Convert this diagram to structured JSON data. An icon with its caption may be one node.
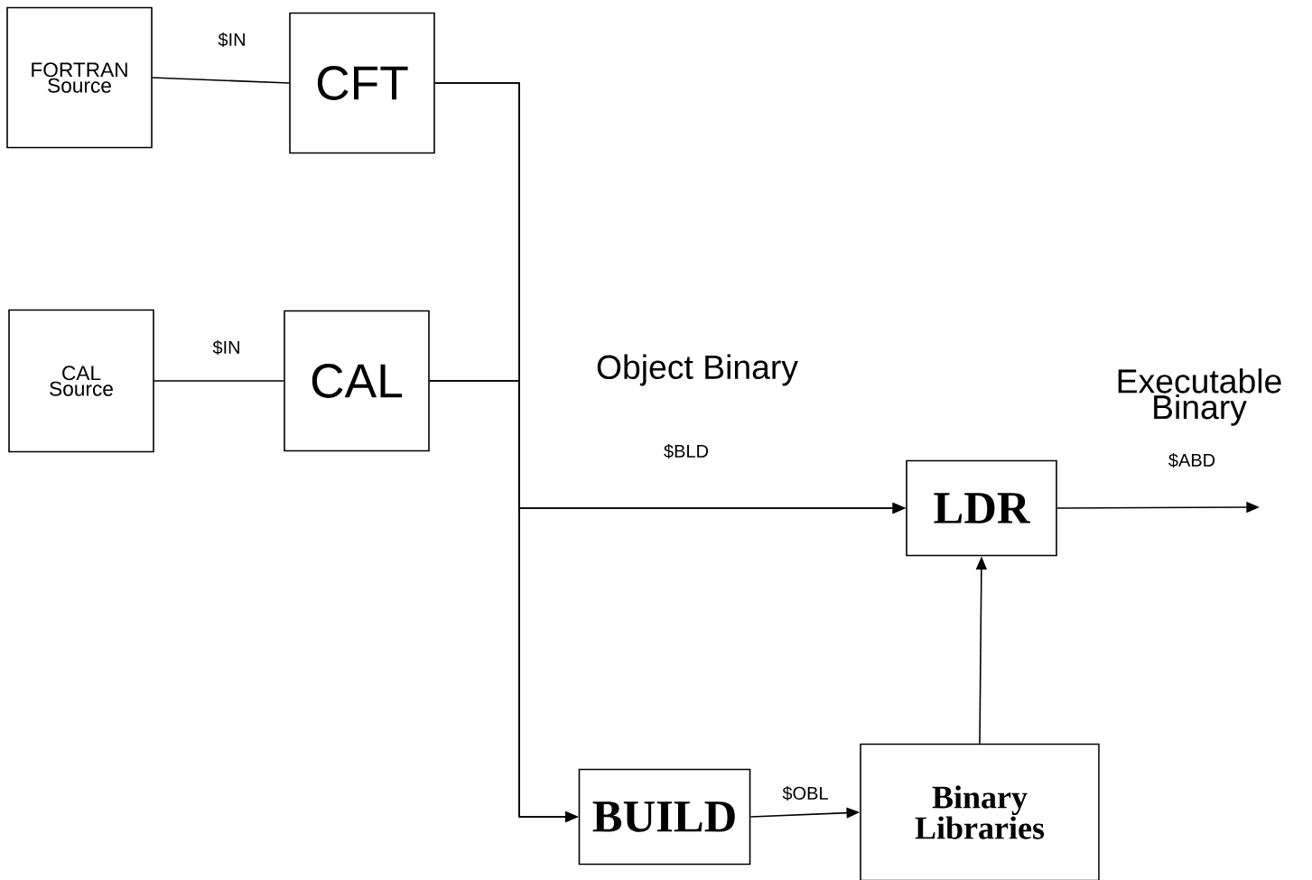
{
  "diagram": {
    "nodes": [
      {
        "text": [
          "FORTRAN Source"
        ]
      },
      {
        "text": [
          "CFT"
        ]
      },
      {
        "text": [
          "CAL Source"
        ]
      },
      {
        "text": [
          "CAL"
        ]
      },
      {
        "text": [
          "LDR"
        ]
      },
      {
        "text": [
          "BUILD"
        ]
      },
      {
        "text": [
          "Binary Libraries"
        ]
      }
    ],
    "edges": [
      {
        "from": 0,
        "to": 1,
        "arrow": "none",
        "label": "$IN"
      },
      {
        "from": 2,
        "to": 3,
        "arrow": "none",
        "label": "$IN"
      },
      {
        "from": 1,
        "to": 4,
        "arrow": "to",
        "label": "$BLD"
      },
      {
        "from": 3,
        "to": 4,
        "arrow": "to"
      },
      {
        "from": 1,
        "to": 5,
        "arrow": "to"
      },
      {
        "from": 3,
        "to": 5,
        "arrow": "to"
      },
      {
        "from": 5,
        "to": 6,
        "arrow": "to",
        "label": "$OBL"
      },
      {
        "from": 6,
        "to": 4,
        "arrow": "to"
      },
      {
        "from": 4,
        "to": null,
        "arrow": "to",
        "label": "$ABD"
      }
    ],
    "labels": [
      "Object Binary",
      "Executable Binary"
    ]
  }
}
